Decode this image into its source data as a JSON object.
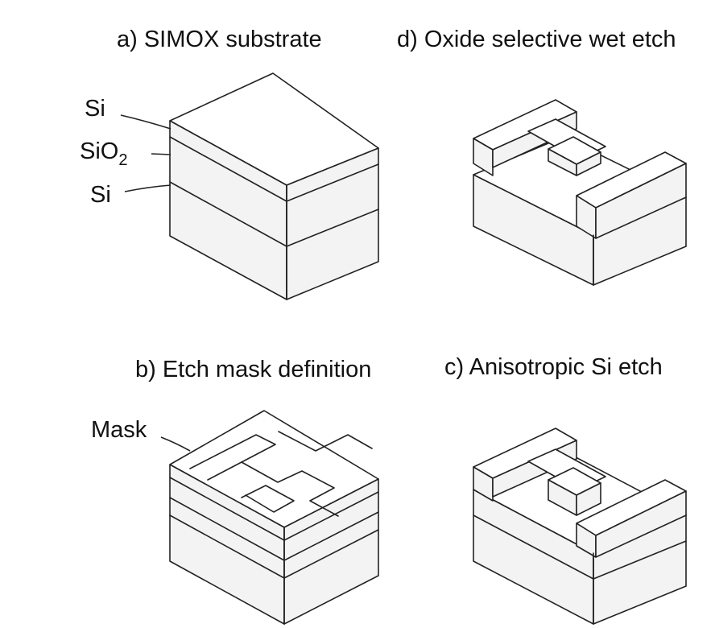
{
  "panels": {
    "a": {
      "title": "a) SIMOX substrate"
    },
    "d": {
      "title": "d) Oxide selective wet etch"
    },
    "b": {
      "title": "b) Etch mask definition"
    },
    "c": {
      "title": "c) Anisotropic Si etch"
    }
  },
  "labels": {
    "si_top": "Si",
    "sio2_base": "SiO",
    "sio2_sub": "2",
    "si_bottom": "Si",
    "mask": "Mask"
  }
}
